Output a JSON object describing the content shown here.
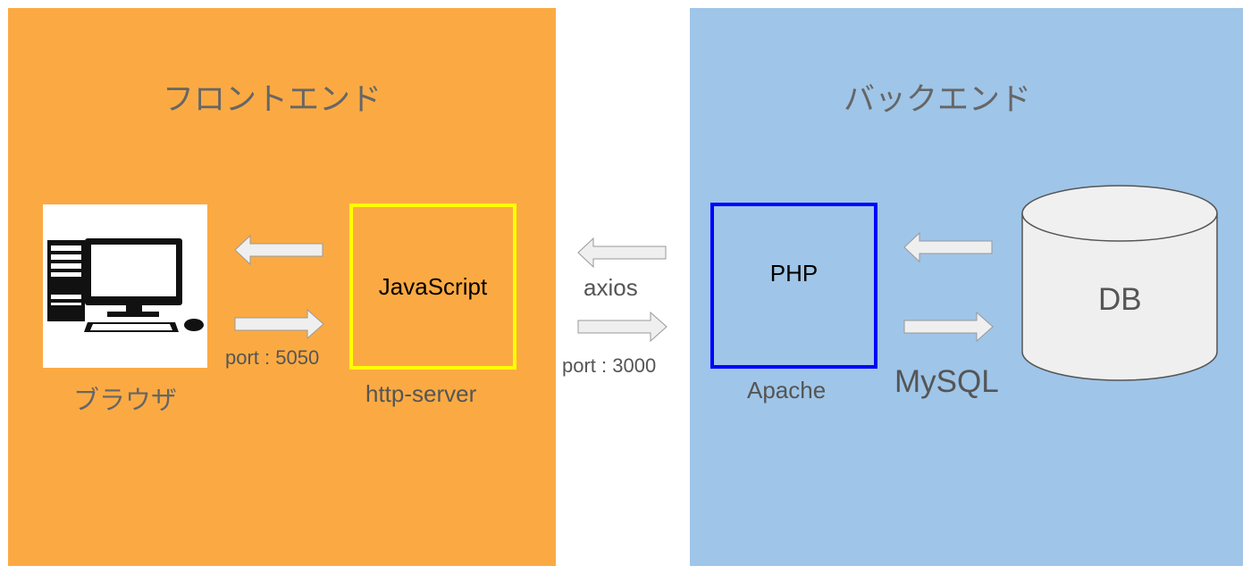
{
  "frontend": {
    "title": "フロントエンド",
    "browser_label": "ブラウザ",
    "server_box_label": "JavaScript",
    "server_label": "http-server",
    "port_label": "port : 5050"
  },
  "backend": {
    "title": "バックエンド",
    "php_box_label": "PHP",
    "apache_label": "Apache",
    "db_label": "DB",
    "mysql_label": "MySQL"
  },
  "connection": {
    "axios_label": "axios",
    "port_label": "port : 3000"
  },
  "colors": {
    "frontend_bg": "#fbaa43",
    "backend_bg": "#9fc5e8",
    "js_box_border": "#ffff00",
    "php_box_border": "#0000ff",
    "arrow_fill": "#efefef"
  },
  "icons": {
    "browser": "desktop-computer-icon",
    "db": "database-cylinder-icon"
  }
}
